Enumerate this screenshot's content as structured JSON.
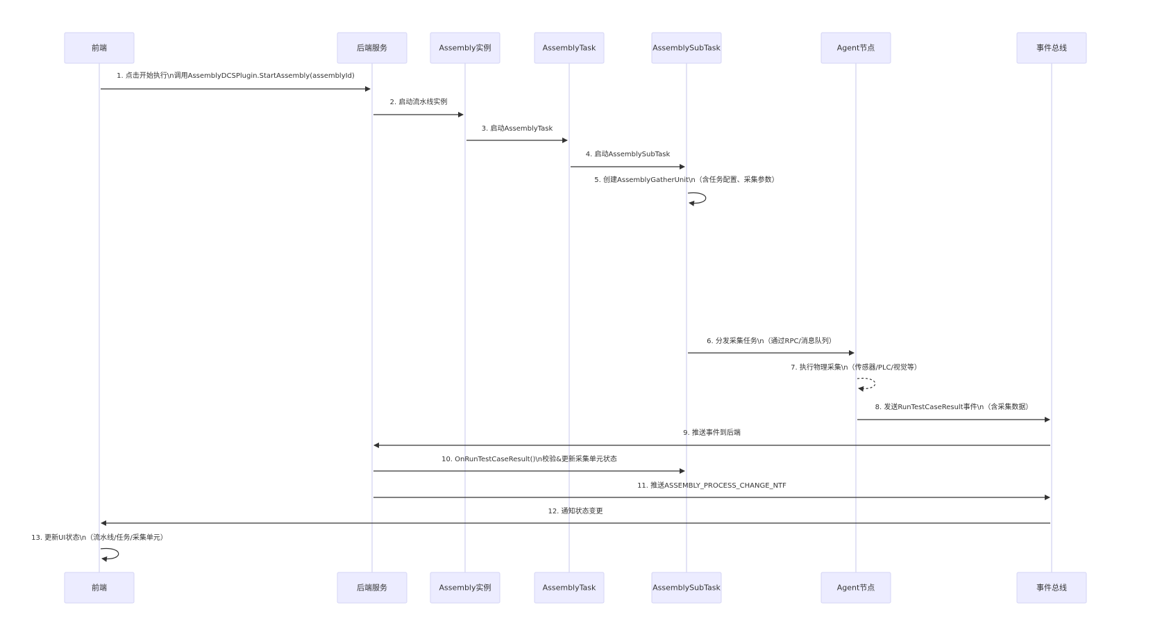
{
  "actors": [
    {
      "id": "frontend",
      "label": "前端"
    },
    {
      "id": "backend",
      "label": "后端服务"
    },
    {
      "id": "assembly_instance",
      "label": "Assembly实例"
    },
    {
      "id": "assembly_task",
      "label": "AssemblyTask"
    },
    {
      "id": "assembly_subtask",
      "label": "AssemblySubTask"
    },
    {
      "id": "agent",
      "label": "Agent节点"
    },
    {
      "id": "event_bus",
      "label": "事件总线"
    }
  ],
  "messages": [
    {
      "from": "frontend",
      "to": "backend",
      "label": "1. 点击开始执行\\n调用AssemblyDCSPlugin.StartAssembly(assemblyId)",
      "style": "solid"
    },
    {
      "from": "backend",
      "to": "assembly_instance",
      "label": "2. 启动流水线实例",
      "style": "solid"
    },
    {
      "from": "assembly_instance",
      "to": "assembly_task",
      "label": "3. 启动AssemblyTask",
      "style": "solid"
    },
    {
      "from": "assembly_task",
      "to": "assembly_subtask",
      "label": "4. 启动AssemblySubTask",
      "style": "solid"
    },
    {
      "from": "assembly_subtask",
      "to": "assembly_subtask",
      "label": "5. 创建AssemblyGatherUnit\\n（含任务配置、采集参数）",
      "style": "solid"
    },
    {
      "from": "assembly_subtask",
      "to": "agent",
      "label": "6. 分发采集任务\\n（通过RPC/消息队列）",
      "style": "solid"
    },
    {
      "from": "agent",
      "to": "agent",
      "label": "7. 执行物理采集\\n（传感器/PLC/视觉等）",
      "style": "dashed"
    },
    {
      "from": "agent",
      "to": "event_bus",
      "label": "8. 发送RunTestCaseResult事件\\n（含采集数据）",
      "style": "solid"
    },
    {
      "from": "event_bus",
      "to": "backend",
      "label": "9. 推送事件到后端",
      "style": "solid"
    },
    {
      "from": "backend",
      "to": "assembly_subtask",
      "label": "10. OnRunTestCaseResult()\\n校验&更新采集单元状态",
      "style": "solid"
    },
    {
      "from": "backend",
      "to": "event_bus",
      "label": "11. 推送ASSEMBLY_PROCESS_CHANGE_NTF",
      "style": "solid"
    },
    {
      "from": "event_bus",
      "to": "frontend",
      "label": "12. 通知状态变更",
      "style": "solid"
    },
    {
      "from": "frontend",
      "to": "frontend",
      "label": "13. 更新UI状态\\n（流水线/任务/采集单元）",
      "style": "solid"
    }
  ],
  "colors": {
    "actor_fill": "#ECECFF",
    "actor_stroke": "#d4d4f5",
    "lifeline": "#c7c7ee",
    "line": "#333333",
    "text": "#333333"
  }
}
